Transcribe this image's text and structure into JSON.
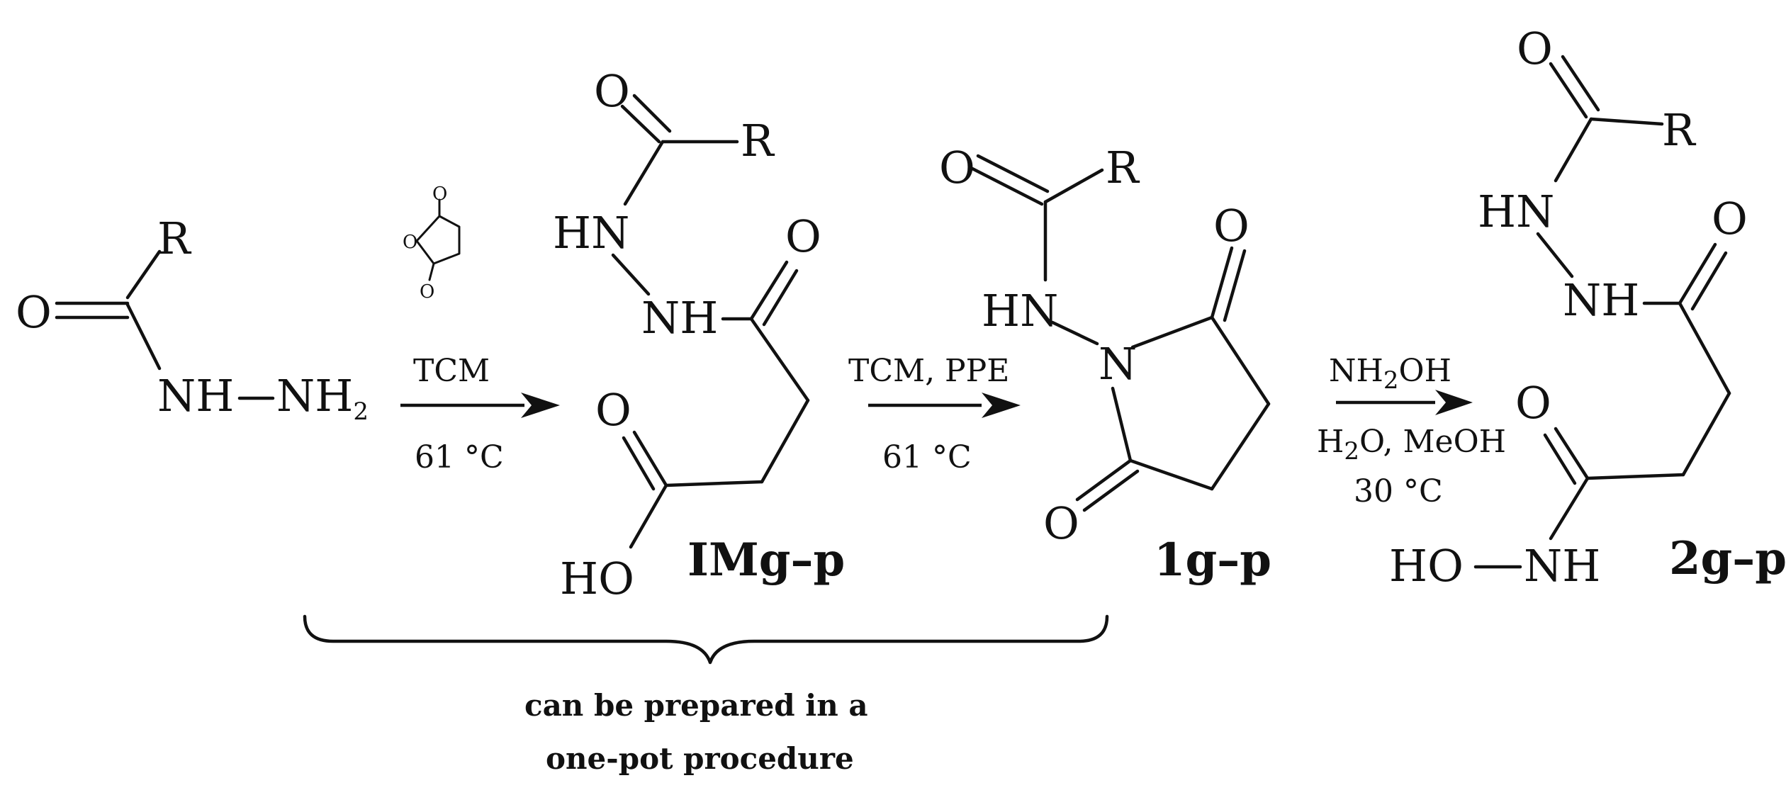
{
  "labels": {
    "o": "O",
    "r": "R",
    "n": "N",
    "nh": "NH",
    "hn": "HN",
    "ho": "HO",
    "two": "2"
  },
  "starting_material": {
    "nh_nh2_main": "NH",
    "nh2_main": "NH",
    "nh2_sub": "2"
  },
  "arrows": {
    "step1": {
      "top": "TCM",
      "bottom": "61 °C"
    },
    "step2": {
      "top": "TCM, PPE",
      "bottom": "61 °C"
    },
    "step3": {
      "line1_main": "NH",
      "line1_sub": "2",
      "line1_tail": "OH",
      "line2_main": "H",
      "line2_sub": "2",
      "line2_tail": "O, MeOH",
      "line3": "30 °C"
    }
  },
  "compounds": {
    "intermediate": "IMg–p",
    "imide": "1g–p",
    "product": "2g–p"
  },
  "brace_note": {
    "line1": "can be prepared in a",
    "line2": "one-pot procedure"
  },
  "colors": {
    "ink": "#111111",
    "background": "#ffffff"
  }
}
